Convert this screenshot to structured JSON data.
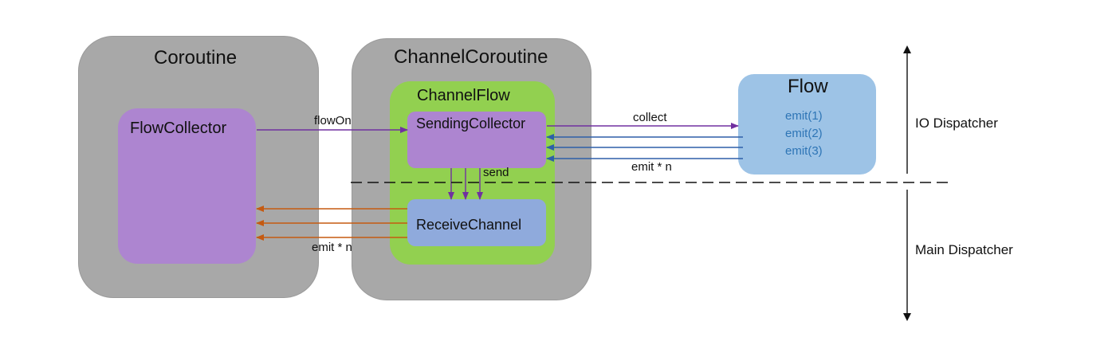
{
  "coroutine": {
    "title": "Coroutine",
    "collector": "FlowCollector"
  },
  "channel_coroutine": {
    "title": "ChannelCoroutine",
    "channel_flow": "ChannelFlow",
    "sending_collector": "SendingCollector",
    "receive_channel": "ReceiveChannel"
  },
  "flow": {
    "title": "Flow",
    "emits": [
      "emit(1)",
      "emit(2)",
      "emit(3)"
    ]
  },
  "edges": {
    "flow_on": "flowOn",
    "collect": "collect",
    "send": "send",
    "emit_n_upper": "emit * n",
    "emit_n_lower": "emit * n"
  },
  "dispatchers": {
    "io": "IO Dispatcher",
    "main": "Main Dispatcher"
  },
  "colors": {
    "purple_arrow": "#7030a0",
    "blue_arrow": "#2e5fa8",
    "orange_arrow": "#c55a11"
  }
}
